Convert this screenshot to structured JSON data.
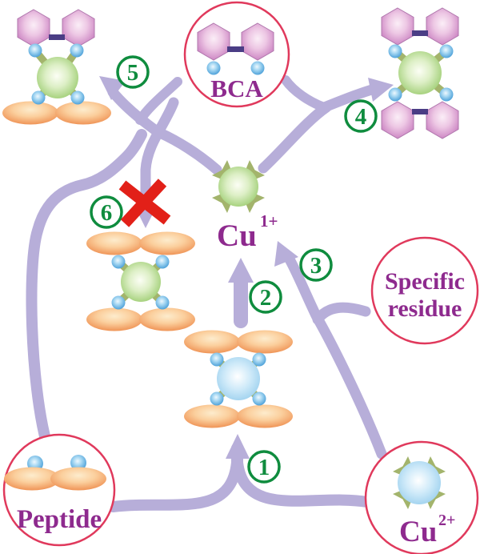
{
  "figure": {
    "type": "reaction-scheme",
    "description": "BCA assay copper reduction and complexation scheme"
  },
  "nodes": {
    "bca": {
      "label": "BCA"
    },
    "specific_residue": {
      "line1": "Specific",
      "line2": "residue"
    },
    "peptide": {
      "label": "Peptide"
    },
    "cu2plus": {
      "base": "Cu",
      "sup": "2+"
    },
    "cu1plus": {
      "base": "Cu",
      "sup": "1+"
    }
  },
  "steps": {
    "s1": "1",
    "s2": "2",
    "s3": "3",
    "s4": "4",
    "s5": "5",
    "s6": "6"
  },
  "colors": {
    "arrow": "#b7aed9",
    "node_circle_stroke": "#e0395c",
    "label_text": "#8e2a8e",
    "step_green": "#0f8c3e",
    "cross_red": "#e22018",
    "hexagon_edge": "#c97fc0",
    "bond_bar": "#4a3d85",
    "linker_olive": "#a3b46c",
    "cu1_sphere_edge": "#9ccc70",
    "cu2_sphere_edge": "#9cd0ee",
    "ligand_dot_edge": "#4a9fd8",
    "peptide_oval_edge": "#ee8d4e"
  }
}
